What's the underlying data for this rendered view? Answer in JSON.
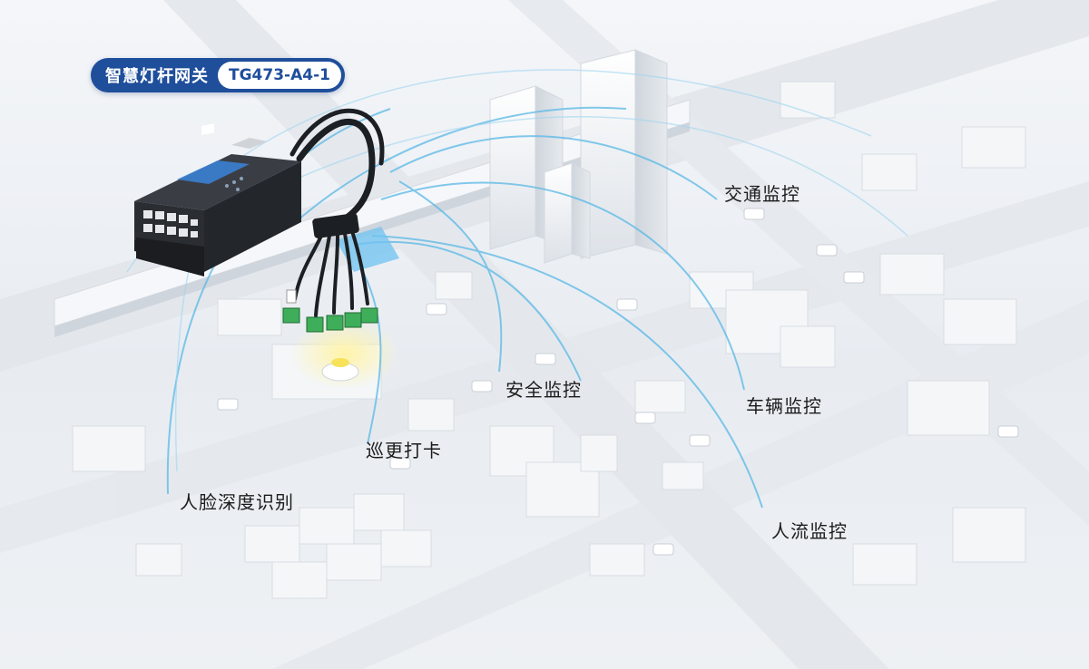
{
  "badge": {
    "title": "智慧灯杆网关",
    "model": "TG473-A4-1"
  },
  "labels": {
    "traffic": "交通监控",
    "security": "安全监控",
    "vehicle": "车辆监控",
    "patrol": "巡更打卡",
    "face": "人脸深度识别",
    "crowd": "人流监控"
  },
  "colors": {
    "accent": "#1f4e9b",
    "signal": "#5ab8e6",
    "device": "#23262b"
  }
}
